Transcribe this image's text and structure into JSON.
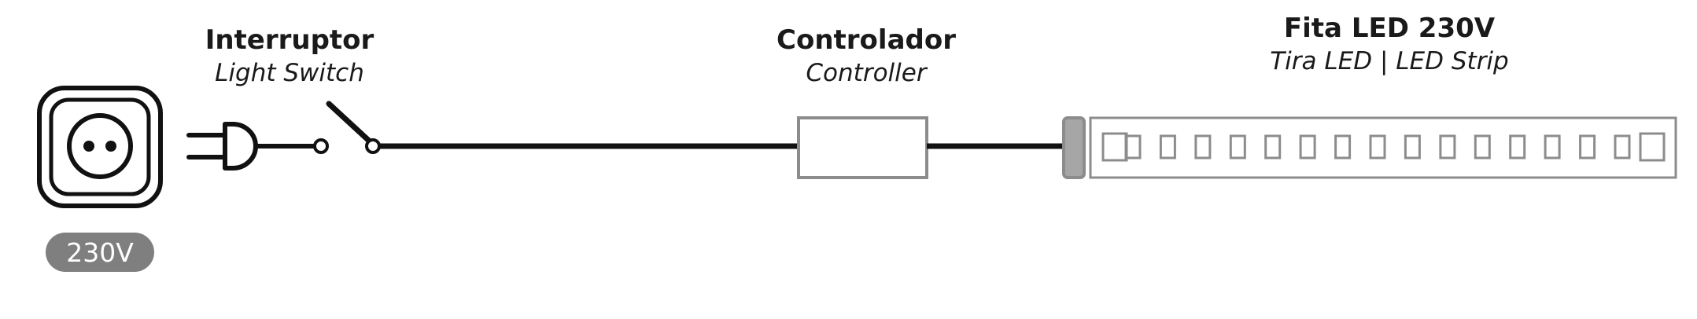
{
  "outlet": {
    "voltage_badge": "230V"
  },
  "switch": {
    "title": "Interruptor",
    "subtitle": "Light Switch"
  },
  "controller": {
    "title": "Controlador",
    "subtitle": "Controller"
  },
  "led_strip": {
    "title": "Fita LED 230V",
    "subtitle": "Tira LED | LED Strip",
    "led_count": 15
  },
  "colors": {
    "line": "#111111",
    "box_stroke": "#8c8c8c",
    "connector_fill": "#a6a6a6",
    "badge_fill": "#7f7f7f"
  }
}
